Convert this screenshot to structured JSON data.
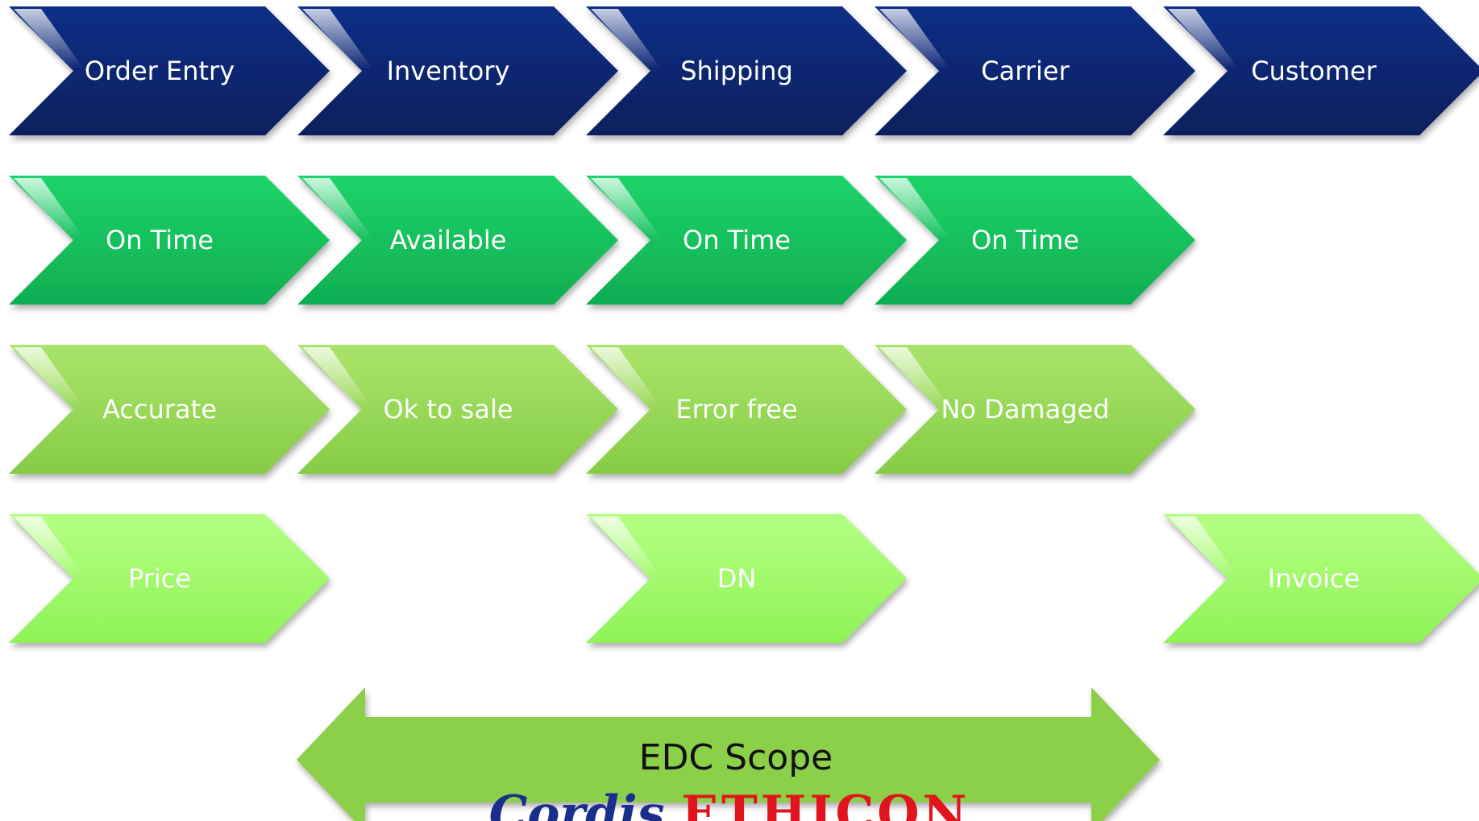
{
  "rows": [
    {
      "name": "process-steps",
      "color_top": "#0d2f86",
      "color_bottom": "#081f5c",
      "text_color": "#ffffff",
      "items": [
        {
          "col": 0,
          "label": "Order Entry"
        },
        {
          "col": 1,
          "label": "Inventory"
        },
        {
          "col": 2,
          "label": "Shipping"
        },
        {
          "col": 3,
          "label": "Carrier"
        },
        {
          "col": 4,
          "label": "Customer"
        }
      ]
    },
    {
      "name": "timeliness",
      "color_top": "#1ed36a",
      "color_bottom": "#0fae50",
      "text_color": "#ffffff",
      "items": [
        {
          "col": 0,
          "label": "On Time"
        },
        {
          "col": 1,
          "label": "Available"
        },
        {
          "col": 2,
          "label": "On Time"
        },
        {
          "col": 3,
          "label": "On Time"
        }
      ]
    },
    {
      "name": "quality",
      "color_top": "#a9e46a",
      "color_bottom": "#86cc46",
      "text_color": "#ffffff",
      "items": [
        {
          "col": 0,
          "label": "Accurate"
        },
        {
          "col": 1,
          "label": "Ok to sale"
        },
        {
          "col": 2,
          "label": "Error free"
        },
        {
          "col": 3,
          "label": "No Damaged"
        }
      ]
    },
    {
      "name": "documents",
      "color_top": "#b4ff82",
      "color_bottom": "#8ff356",
      "text_color": "#ffffff",
      "items": [
        {
          "col": 0,
          "label": "Price"
        },
        {
          "col": 2,
          "label": "DN"
        },
        {
          "col": 4,
          "label": "Invoice"
        }
      ]
    }
  ],
  "scope_arrow": {
    "label": "EDC Scope",
    "color": "#8ccf48"
  },
  "logo": {
    "word1": "Cordis",
    "word2": "ETHICON",
    "word1_color": "#1a2e8c",
    "word2_color": "#e0141c"
  }
}
